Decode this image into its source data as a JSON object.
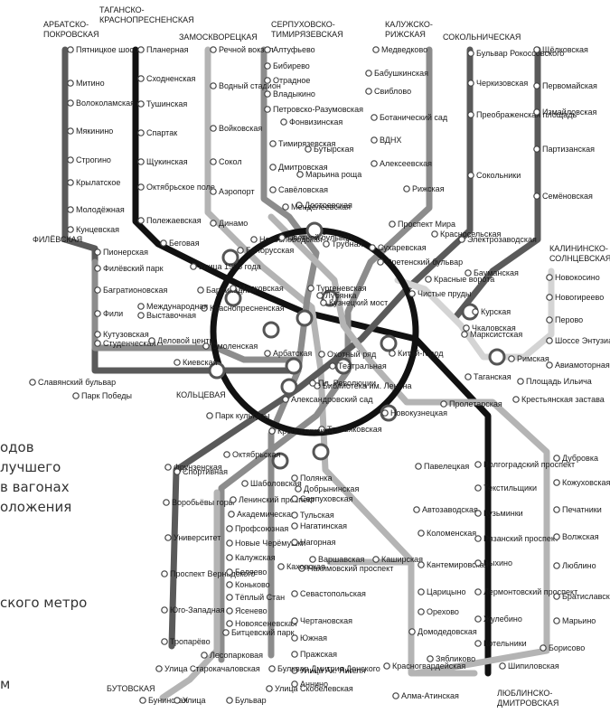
{
  "colors": {
    "black": "#111111",
    "dark": "#5a5a5a",
    "mid": "#8c8c8c",
    "light": "#b4b4b4",
    "pale": "#d4d4d4"
  },
  "line_names": [
    {
      "id": "arb",
      "text": [
        "АРБАТСКО-",
        "ПОКРОВСКАЯ"
      ]
    },
    {
      "id": "tag",
      "text": [
        "ТАГАНСКО-",
        "КРАСНОПРЕСНЕНСКАЯ"
      ]
    },
    {
      "id": "zam",
      "text": [
        "ЗАМОСКВОРЕЦКАЯ"
      ]
    },
    {
      "id": "ser",
      "text": [
        "СЕРПУХОВСКО-",
        "ТИМИРЯЗЕВСКАЯ"
      ]
    },
    {
      "id": "kal",
      "text": [
        "КАЛУЖСКО-",
        "РИЖСКАЯ"
      ]
    },
    {
      "id": "sok",
      "text": [
        "СОКОЛЬНИЧЕСКАЯ"
      ]
    },
    {
      "id": "fil",
      "text": [
        "ФИЛЁВСКАЯ"
      ]
    },
    {
      "id": "kol",
      "text": [
        "КОЛЬЦЕВАЯ"
      ]
    },
    {
      "id": "kln",
      "text": [
        "КАЛИНИНСКО-",
        "СОЛНЦЕВСКАЯ"
      ]
    },
    {
      "id": "but",
      "text": [
        "БУТОВСКАЯ"
      ]
    },
    {
      "id": "lub",
      "text": [
        "ЛЮБЛИНСКО-",
        "ДМИТРОВСКАЯ"
      ]
    }
  ],
  "stations": [
    "Пятницкое шоссе",
    "Митино",
    "Волоколамская",
    "Мякинино",
    "Строгино",
    "Крылатское",
    "Молодёжная",
    "Кунцевская",
    "Пионерская",
    "Филёвский парк",
    "Багратионовская",
    "Фили",
    "Кутузовская",
    "Студенческая",
    "Славянский бульвар",
    "Парк Победы",
    "Планерная",
    "Сходненская",
    "Тушинская",
    "Спартак",
    "Щукинская",
    "Октябрьское поле",
    "Полежаевская",
    "Беговая",
    "Улица 1905 года",
    "Баррикадная",
    "Краснопресненская",
    "Речной вокзал",
    "Водный стадион",
    "Войковская",
    "Сокол",
    "Аэропорт",
    "Динамо",
    "Белорусская",
    "Маяковская",
    "Алтуфьево",
    "Бибирево",
    "Отрадное",
    "Владыкино",
    "Петровско-Разумовская",
    "Фонвизинская",
    "Тимирязевская",
    "Бутырская",
    "Дмитровская",
    "Марьина роща",
    "Савёловская",
    "Достоевская",
    "Менделеевская",
    "Новослободская",
    "Цветной бульвар",
    "Трубная",
    "Медведково",
    "Бабушкинская",
    "Свиблово",
    "Ботанический сад",
    "ВДНХ",
    "Алексеевская",
    "Рижская",
    "Проспект Мира",
    "Сухаревская",
    "Сретенский бульвар",
    "Тургеневская",
    "Чистые пруды",
    "Бульвар Рокоссовского",
    "Черкизовская",
    "Преображенская площадь",
    "Сокольники",
    "Красносельская",
    "Красные ворота",
    "Лубянка",
    "Кузнецкий мост",
    "Щёлковская",
    "Первомайская",
    "Измайловская",
    "Партизанская",
    "Семёновская",
    "Электрозаводская",
    "Бауманская",
    "Курская",
    "Чкаловская",
    "Новокосино",
    "Новогиреево",
    "Перово",
    "Шоссе Энтузиастов",
    "Авиамоторная",
    "Площадь Ильича",
    "Римская",
    "Марксистская",
    "Таганская",
    "Международная",
    "Выставочная",
    "Деловой центр",
    "Киевская",
    "Смоленская",
    "Арбатская",
    "Александровский сад",
    "Библиотека им. Ленина",
    "Охотный ряд",
    "Театральная",
    "Пл. Революции",
    "Китай-город",
    "Новокузнецкая",
    "Третьяковская",
    "Пролетарская",
    "Крестьянская застава",
    "Парк культуры",
    "Кропоткинская",
    "Фрунзенская",
    "Спортивная",
    "Воробьёвы горы",
    "Университет",
    "Проспект Вернадского",
    "Юго-Западная",
    "Тропарёво",
    "Октябрьская",
    "Шаболовская",
    "Ленинский проспект",
    "Академическая",
    "Профсоюзная",
    "Новые Черёмушки",
    "Калужская",
    "Беляево",
    "Коньково",
    "Тёплый Стан",
    "Ясенево",
    "Новоясеневская",
    "Битцевский парк",
    "Полянка",
    "Добрынинская",
    "Серпуховская",
    "Тульская",
    "Нагатинская",
    "Нагорная",
    "Нахимовский проспект",
    "Севастопольская",
    "Чертановская",
    "Южная",
    "Пражская",
    "Улица Ак. Янгеля",
    "Аннино",
    "Бульвар Дмитрия Донского",
    "Каховская",
    "Варшавская",
    "Каширская",
    "Павелецкая",
    "Автозаводская",
    "Коломенская",
    "Кантемировская",
    "Царицыно",
    "Орехово",
    "Домодедовская",
    "Красногвардейская",
    "Алма-Атинская",
    "Зябликово",
    "Волгоградский проспект",
    "Текстильщики",
    "Кузьминки",
    "Рязанский проспект",
    "Выхино",
    "Лермонтовский проспект",
    "Жулебино",
    "Котельники",
    "Дубровка",
    "Кожуховская",
    "Печатники",
    "Волжская",
    "Люблино",
    "Братиславская",
    "Марьино",
    "Борисово",
    "Шипиловская",
    "Лесопарковая",
    "Улица Старокачаловская",
    "Бунинская",
    "Улица",
    "Бульвар",
    "Улица Скобелевская"
  ],
  "side_text": [
    "одов",
    "лучшего",
    "в вагонах",
    "оложения",
    "ского метро",
    "м"
  ]
}
